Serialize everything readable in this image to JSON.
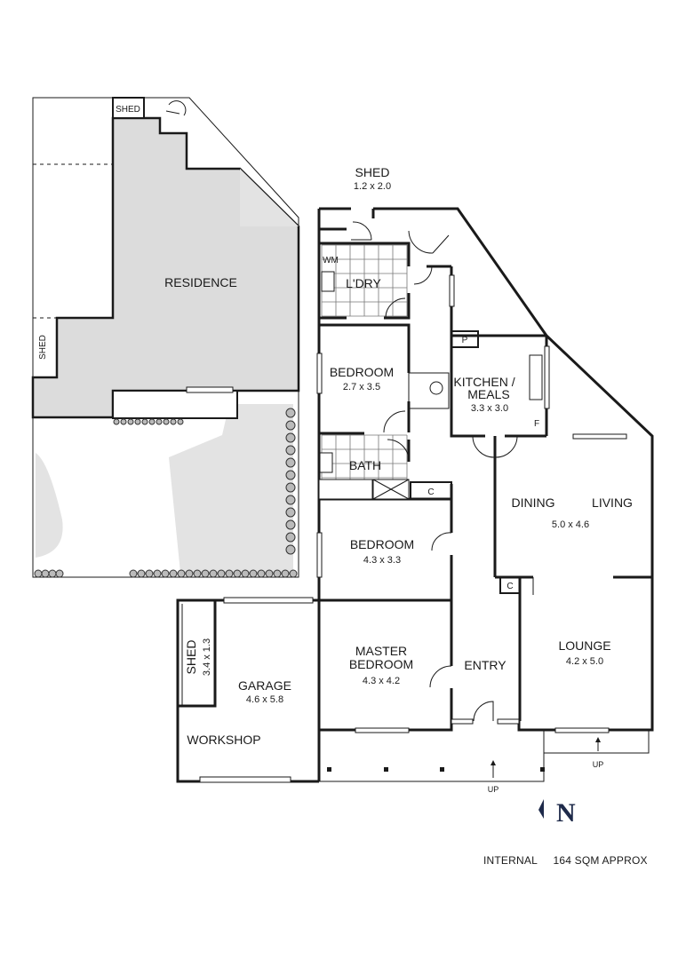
{
  "rooms": {
    "residence": "RESIDENCE",
    "shed_top": "SHED",
    "shed_left": "SHED",
    "shed": {
      "name": "SHED",
      "dims": "1.2 x 2.0"
    },
    "wm": "WM",
    "laundry": "L'DRY",
    "bedroom_a": {
      "name": "BEDROOM",
      "dims": "2.7 x 3.5"
    },
    "kitchen": {
      "line1": "KITCHEN /",
      "line2": "MEALS",
      "dims": "3.3 x 3.0"
    },
    "pantry": "P",
    "fridge": "F",
    "bath": "BATH",
    "closet_a": "C",
    "closet_b": "C",
    "dining": "DINING",
    "living": "LIVING",
    "dining_living_dims": "5.0 x 4.6",
    "bedroom_b": {
      "name": "BEDROOM",
      "dims": "4.3 x 3.3"
    },
    "master": {
      "line1": "MASTER",
      "line2": "BEDROOM",
      "dims": "4.3 x 4.2"
    },
    "entry": "ENTRY",
    "lounge": {
      "name": "LOUNGE",
      "dims": "4.2 x 5.0"
    },
    "garage": {
      "name": "GARAGE",
      "dims": "4.6 x 5.8"
    },
    "shed_garage": {
      "name": "SHED",
      "dims": "3.4 x 1.3"
    },
    "workshop": "WORKSHOP",
    "up_a": "UP",
    "up_b": "UP"
  },
  "compass": "N",
  "footer": {
    "label": "INTERNAL",
    "area": "164 SQM APPROX"
  },
  "colors": {
    "shade": "#dcdcdc",
    "wall": "#1a1a1a",
    "brand": "#1e2a4a"
  }
}
